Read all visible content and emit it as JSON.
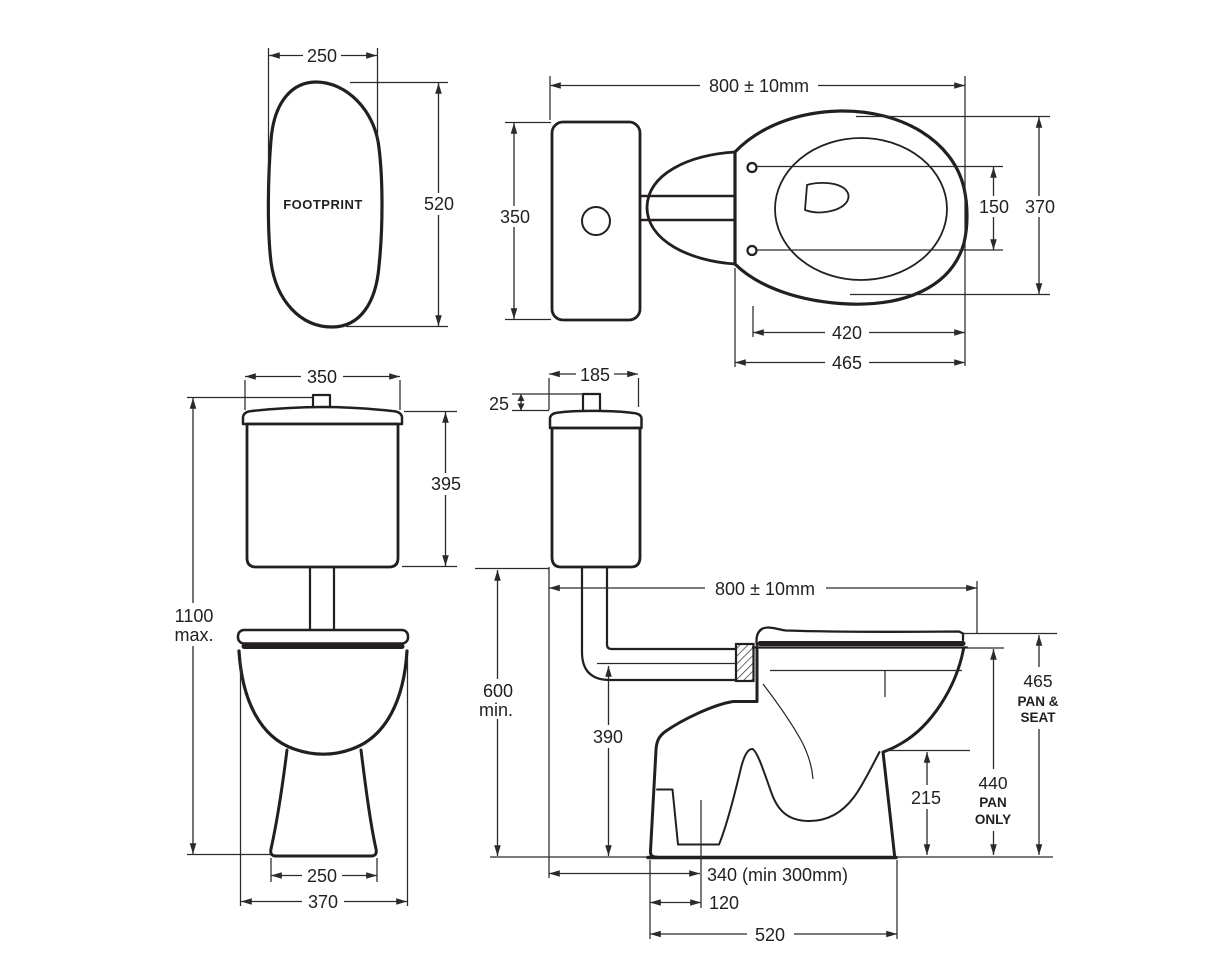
{
  "views": {
    "footprint": {
      "label": "FOOTPRINT",
      "dims": {
        "width": "250",
        "length": "520"
      }
    },
    "plan": {
      "dims": {
        "overall": "800 ± 10mm",
        "cistern_width": "350",
        "hinge_span": "150",
        "bowl_width": "370",
        "hinge_to_back": "420",
        "rim_to_back": "465"
      }
    },
    "front": {
      "dims": {
        "cistern_width": "350",
        "cistern_height": "395",
        "overall_height": [
          "1100",
          "max."
        ],
        "base_width": "250",
        "bowl_width": "370"
      }
    },
    "side": {
      "dims": {
        "cistern_depth": "185",
        "button_height": "25",
        "overall_depth": "800 ± 10mm",
        "cistern_underside": [
          "600",
          "min."
        ],
        "inlet_height": "390",
        "pan_seat_height": [
          "465",
          "PAN &",
          "SEAT"
        ],
        "pan_only_height": [
          "440",
          "PAN",
          "ONLY"
        ],
        "rim_step_height": "215",
        "outlet_setout": "340 (min 300mm)",
        "outlet_offset": "120",
        "base_depth": "520"
      }
    }
  }
}
